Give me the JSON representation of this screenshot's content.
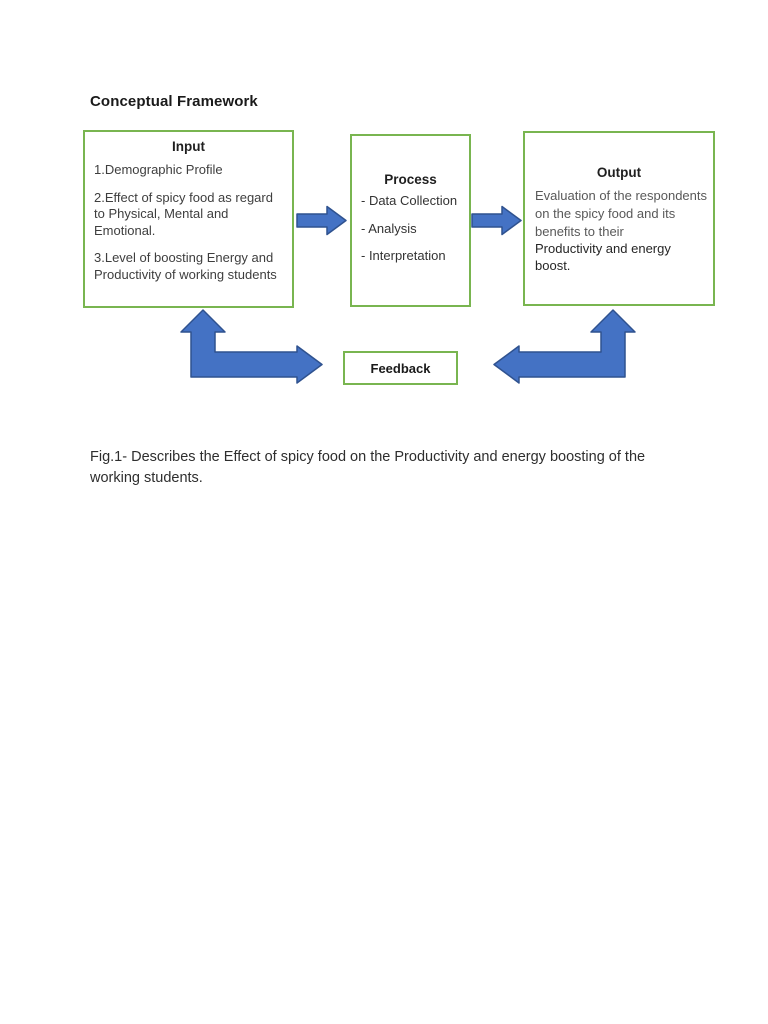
{
  "page": {
    "title": "Conceptual Framework",
    "caption": "Fig.1- Describes the Effect of spicy food on the Productivity and energy boosting of the working students."
  },
  "diagram": {
    "input_box": {
      "title": "Input",
      "items": [
        "1.Demographic Profile",
        "2.Effect of spicy food as regard to Physical, Mental and Emotional.",
        "3.Level of boosting Energy and Productivity of working students"
      ]
    },
    "process_box": {
      "title": "Process",
      "items": [
        "- Data Collection",
        "- Analysis",
        "- Interpretation"
      ]
    },
    "output_box": {
      "title": "Output",
      "body_gray": "Evaluation of the respondents on the spicy food and its benefits to their",
      "body_dark": "Productivity and energy boost."
    },
    "feedback_box": {
      "label": "Feedback"
    },
    "arrows": {
      "input_to_process": "right-arrow",
      "process_to_output": "right-arrow",
      "feedback_loop_left": "up-and-right-bent-arrow",
      "feedback_loop_right": "up-and-left-bent-arrow"
    },
    "colors": {
      "box_border_green": "#79b550",
      "arrow_fill_blue": "#4472c4",
      "arrow_stroke_navy": "#2f528f"
    }
  }
}
